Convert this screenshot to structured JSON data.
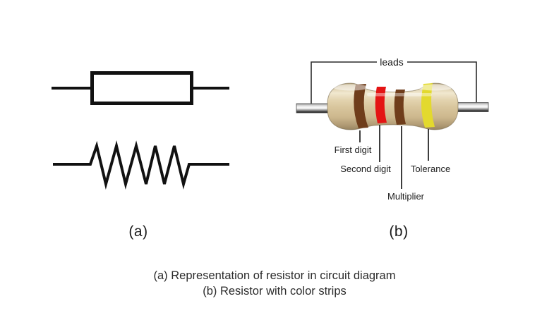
{
  "panel_a": {
    "label": "(a)"
  },
  "panel_b": {
    "label": "(b)",
    "leads_label": "leads",
    "labels": {
      "first_digit": "First digit",
      "second_digit": "Second digit",
      "multiplier": "Multiplier",
      "tolerance": "Tolerance"
    },
    "bands": [
      {
        "role": "first digit",
        "color_name": "brown",
        "hex": "#6F3D1B",
        "edge": "#4E280E"
      },
      {
        "role": "second digit",
        "color_name": "red",
        "hex": "#E41414",
        "edge": "#A80C0C"
      },
      {
        "role": "multiplier",
        "color_name": "brown",
        "hex": "#6F3D1B",
        "edge": "#4E280E"
      },
      {
        "role": "tolerance",
        "color_name": "yellow",
        "hex": "#E3D92E",
        "edge": "#B3A91A"
      }
    ],
    "body_color": "#D8C59C",
    "lead_color": "#C9C9C9"
  },
  "caption": {
    "line1": "(a) Representation of resistor in circuit diagram",
    "line2": "(b) Resistor with color strips"
  }
}
